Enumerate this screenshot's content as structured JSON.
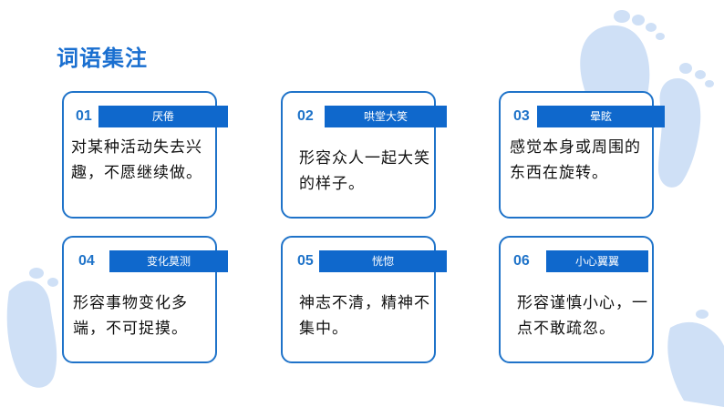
{
  "title": "词语集注",
  "cards": [
    {
      "num": "01",
      "term": "厌倦",
      "definition": "对某种活动失去兴趣，不愿继续做。"
    },
    {
      "num": "02",
      "term": "哄堂大笑",
      "definition": "形容众人一起大笑的样子。"
    },
    {
      "num": "03",
      "term": "晕眩",
      "definition": "感觉本身或周围的东西在旋转。"
    },
    {
      "num": "04",
      "term": "变化莫测",
      "definition": "形容事物变化多端，不可捉摸。"
    },
    {
      "num": "05",
      "term": "恍惚",
      "definition": "神志不清，精神不集中。"
    },
    {
      "num": "06",
      "term": "小心翼翼",
      "definition": "形容谨慎小心，一点不敢疏忽。"
    }
  ],
  "colors": {
    "accent": "#1f73c9",
    "bar": "#0f68cc",
    "footprint": "#c8dcf5"
  },
  "icons": [
    "footprint-icon"
  ]
}
